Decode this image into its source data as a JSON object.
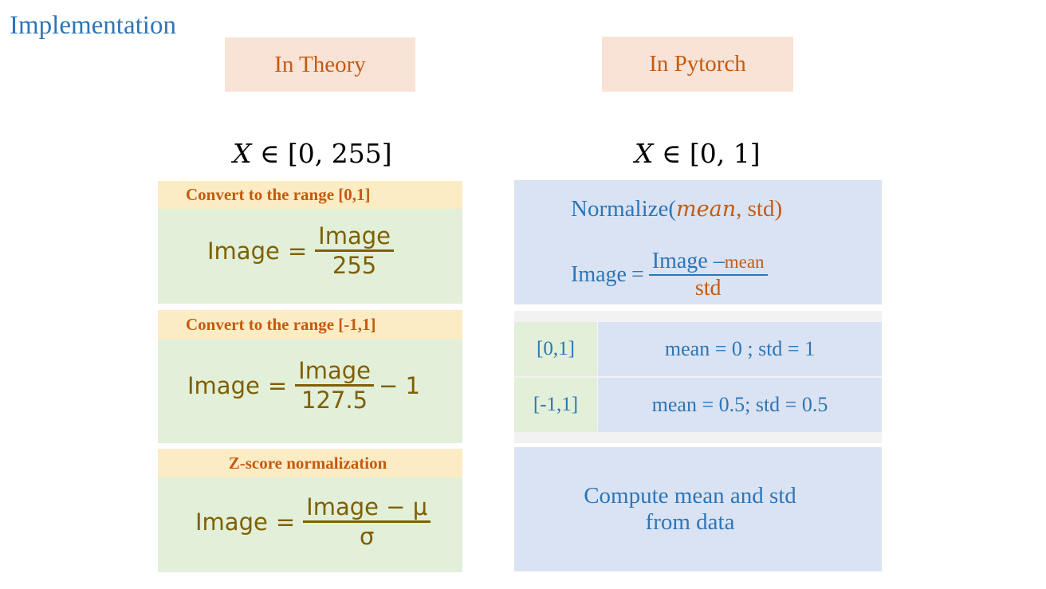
{
  "title": "Implementation",
  "theory": {
    "header": "In Theory",
    "range": {
      "var": "X",
      "interval": "∈ [0, 255]"
    },
    "blocks": [
      {
        "label": "Convert to the range [0,1]",
        "lhs": "Image",
        "eq": "=",
        "num": "Image",
        "den": "255",
        "tail": ""
      },
      {
        "label": "Convert to the range [-1,1]",
        "lhs": "Image",
        "eq": "=",
        "num": "Image",
        "den": "127.5",
        "tail": "− 1"
      },
      {
        "label": "Z-score normalization",
        "lhs": "Image",
        "eq": "=",
        "num": "Image − μ",
        "den": "σ",
        "tail": ""
      }
    ]
  },
  "pytorch": {
    "header": "In Pytorch",
    "range": {
      "var": "X",
      "interval": "∈ [0, 1]"
    },
    "normalize": {
      "fn": "Normalize(",
      "arg1": "mean",
      "arg2": ", std)",
      "lhs": "Image",
      "eq": "=",
      "num_image": "Image",
      "num_op": " –",
      "num_mean": "mean",
      "den": "std"
    },
    "table": [
      {
        "range": "[0,1]",
        "params": "mean = 0 ; std = 1"
      },
      {
        "range": "[-1,1]",
        "params": "mean = 0.5; std = 0.5"
      }
    ],
    "compute": {
      "line1": "Compute mean and std",
      "line2": "from data"
    }
  }
}
